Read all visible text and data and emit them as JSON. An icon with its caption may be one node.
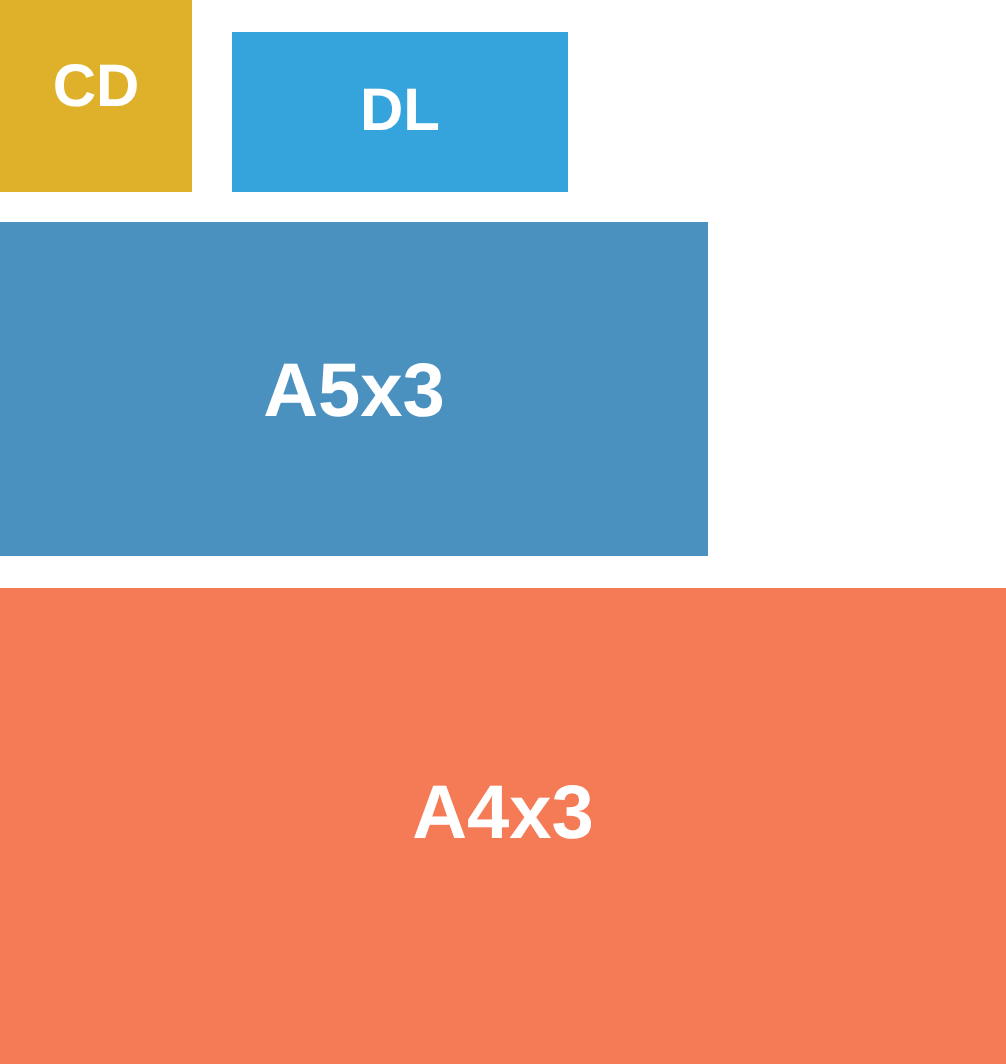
{
  "diagram": {
    "nodes": [
      {
        "text": [
          "CD"
        ]
      },
      {
        "text": [
          "DL"
        ]
      },
      {
        "text": [
          "A5x3"
        ]
      },
      {
        "text": [
          "A4x3"
        ]
      }
    ]
  }
}
